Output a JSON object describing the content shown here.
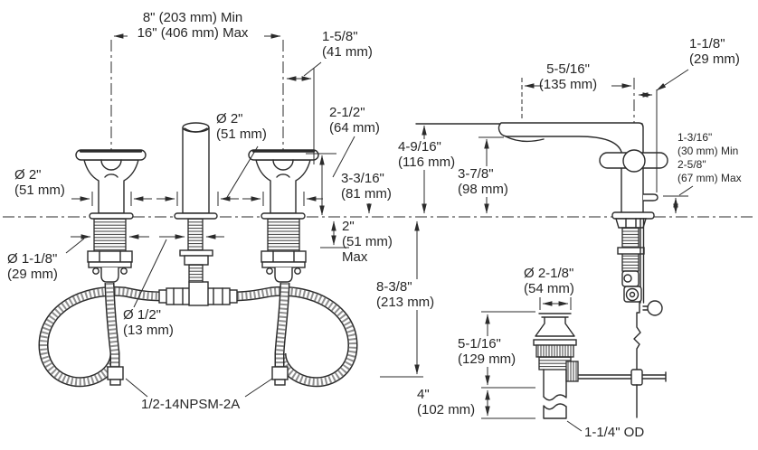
{
  "colors": {
    "ink": "#2b2b2b",
    "background": "#ffffff",
    "hose_shade": "#8f8f8f"
  },
  "labels": {
    "spread": {
      "min": "8\" (203 mm) Min",
      "max": "16\" (406 mm) Max"
    },
    "handle_swing": {
      "in": "1-5/8\"",
      "mm": "(41 mm)"
    },
    "spout_front_dia": {
      "in": "Ø 2\"",
      "mm": "(51 mm)"
    },
    "handle_dia": {
      "in": "Ø 2\"",
      "mm": "(51 mm)"
    },
    "handle_len": {
      "in": "2-1/2\"",
      "mm": "(64 mm)"
    },
    "handle_height": {
      "in": "3-3/16\"",
      "mm": "(81 mm)"
    },
    "deck_thickness": {
      "in": "2\"",
      "mm": "(51 mm)",
      "suffix": "Max"
    },
    "shank_dia": {
      "in": "Ø 1-1/8\"",
      "mm": "(29 mm)"
    },
    "supply_dia": {
      "in": "Ø 1/2\"",
      "mm": "(13 mm)"
    },
    "supply_thread": "1/2-14NPSM-2A",
    "below_deck": {
      "in": "8-3/8\"",
      "mm": "(213 mm)"
    },
    "tailpiece_length": {
      "in": "4\"",
      "mm": "(102 mm)"
    },
    "spout_reach": {
      "in": "5-5/16\"",
      "mm": "(135 mm)"
    },
    "rod_offset": {
      "in": "1-1/8\"",
      "mm": "(29 mm)"
    },
    "spout_height": {
      "in": "4-9/16\"",
      "mm": "(116 mm)"
    },
    "spout_underside": {
      "in": "3-7/8\"",
      "mm": "(98 mm)"
    },
    "rod_travel": {
      "min_in": "1-3/16\"",
      "min_mm": "(30 mm) Min",
      "max_in": "2-5/8\"",
      "max_mm": "(67 mm) Max"
    },
    "drain_dia": {
      "in": "Ø 2-1/8\"",
      "mm": "(54 mm)"
    },
    "drain_height": {
      "in": "5-1/16\"",
      "mm": "(129 mm)"
    },
    "tailpiece_od": "1-1/4\" OD"
  }
}
